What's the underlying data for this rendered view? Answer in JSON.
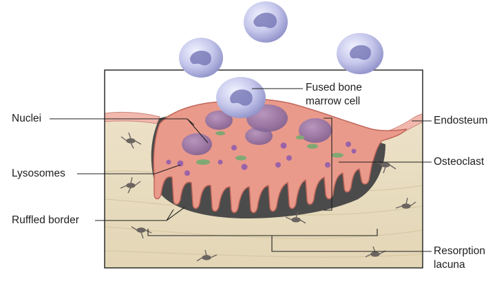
{
  "labels": {
    "fused_bone_marrow_cell": "Fused bone\nmarrow cell",
    "nuclei": "Nuclei",
    "endosteum": "Endosteum",
    "lysosomes": "Lysosomes",
    "osteoclast": "Osteoclast",
    "ruffled_border": "Ruffled border",
    "resorption_lacuna": "Resorption\nlacuna"
  },
  "colors": {
    "bone_matrix": "#eadfc4",
    "osteoclast": "#e99a8b",
    "endosteum": "#f2b8ad",
    "nucleus": "#8c6a9e",
    "marrow_cell": "#c6c8ec",
    "lacuna": "#4c4b4b",
    "osteocyte": "#6b6460"
  }
}
